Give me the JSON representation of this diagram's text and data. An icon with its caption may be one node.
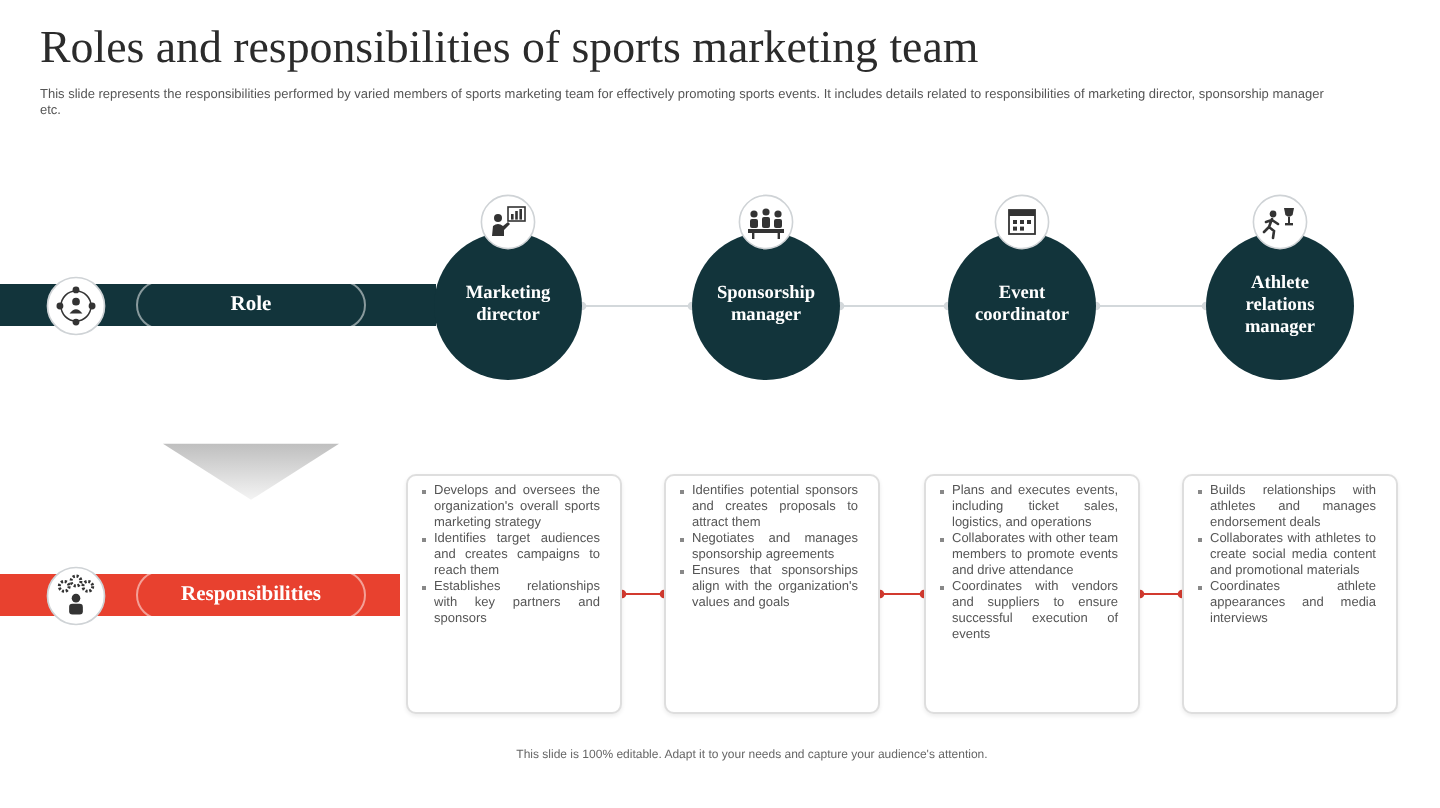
{
  "diagram": {
    "title": "Roles and responsibilities of sports marketing team",
    "nodes": [
      {
        "text": [
          "Role"
        ]
      },
      {
        "text": [
          "Marketing director"
        ]
      },
      {
        "text": [
          "Sponsorship manager"
        ]
      },
      {
        "text": [
          "Event coordinator"
        ]
      },
      {
        "text": [
          "Athlete relations manager"
        ]
      },
      {
        "text": [
          "Responsibilities"
        ]
      },
      {
        "text": [
          "Develops and oversees the organization's overall sports marketing strategy",
          "Identifies target audiences and creates campaigns to reach them",
          "Establishes relationships with key partners and sponsors"
        ]
      },
      {
        "text": [
          "Identifies potential sponsors and creates proposals to attract them",
          "Negotiates and manages sponsorship agreements",
          "Ensures that sponsorships align with the organization's values and goals"
        ]
      },
      {
        "text": [
          "Plans and executes events, including ticket sales, logistics, and operations",
          "Collaborates with other team members to promote events and drive attendance",
          "Coordinates with vendors and suppliers to ensure successful execution of events"
        ]
      },
      {
        "text": [
          "Builds relationships with athletes and manages endorsement deals",
          "Collaborates with athletes to create social media content and promotional materials",
          "Coordinates athlete appearances and media interviews"
        ]
      }
    ],
    "edges": [
      {
        "from": 1,
        "to": 2,
        "arrow": "other",
        "color": "#d3d8db"
      },
      {
        "from": 2,
        "to": 3,
        "arrow": "other",
        "color": "#d3d8db"
      },
      {
        "from": 3,
        "to": 4,
        "arrow": "other",
        "color": "#d3d8db"
      },
      {
        "from": 0,
        "to": 5,
        "arrow": "to",
        "style": "thick",
        "color": "#bfbfbf"
      },
      {
        "from": 6,
        "to": 7,
        "arrow": "other",
        "color": "#d23a2f"
      },
      {
        "from": 7,
        "to": 8,
        "arrow": "other",
        "color": "#d23a2f"
      },
      {
        "from": 8,
        "to": 9,
        "arrow": "other",
        "color": "#d23a2f"
      }
    ],
    "labels": [
      "This slide represents the responsibilities performed by varied members of sports marketing team for effectively promoting sports events. It includes details related to responsibilities of marketing director, sponsorship manager etc.",
      "This slide is 100% editable. Adapt it to your needs and capture your audience's attention."
    ]
  }
}
